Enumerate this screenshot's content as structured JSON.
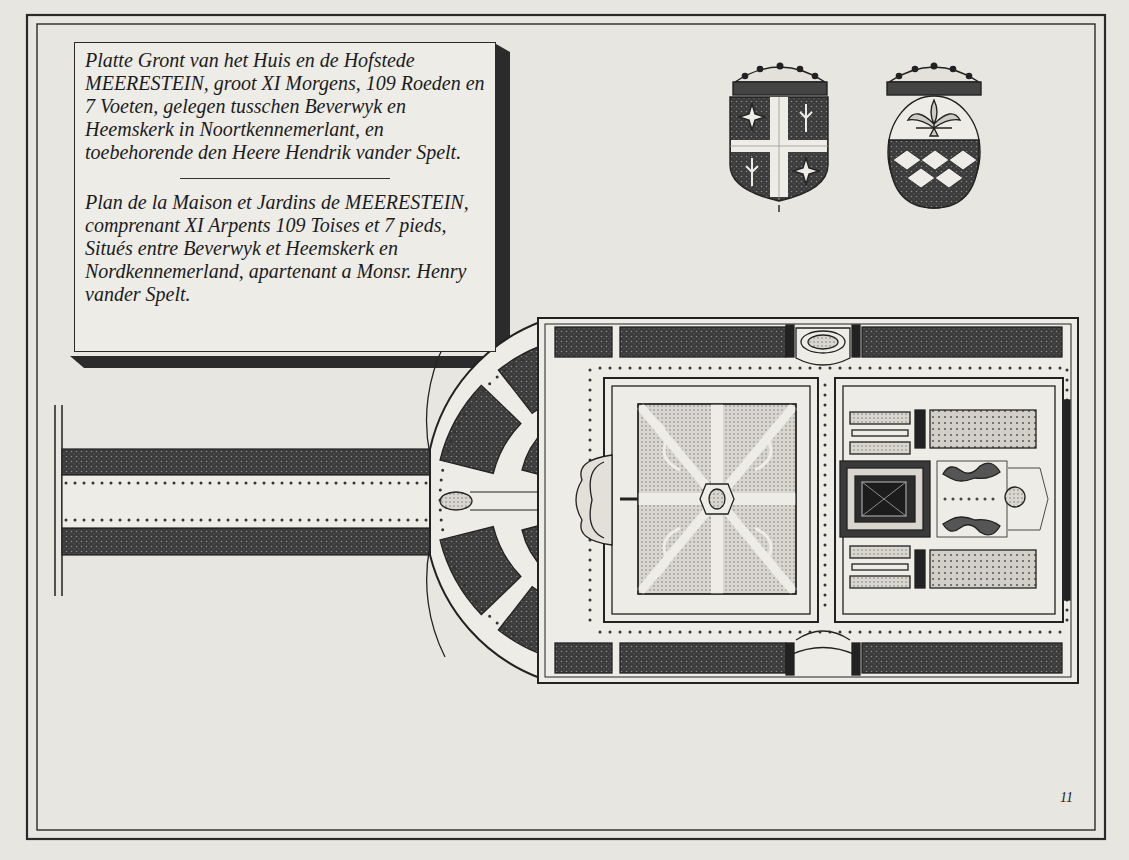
{
  "diagram": {
    "nodes": [
      {
        "text": [
          "Platte Gront van het Huis en de Hofstede MEERESTEIN, groot XI Morgens, 109 Roeden en 7 Voeten, gelegen tusschen Beverwyk en Heemskerk in Noortkennemerlant, en toebehorende den Heere Hendrik vander Spelt.",
          "Plan de la Maison et Jardins de MEERESTEIN, comprenant XI Arpents 109 Toises et 7 pieds, Situés entre Beverwyk et Heemskerk en Nordkennemerland, apartenant a Monsr. Henry vander Spelt."
        ]
      }
    ],
    "labels": [
      "11"
    ]
  }
}
